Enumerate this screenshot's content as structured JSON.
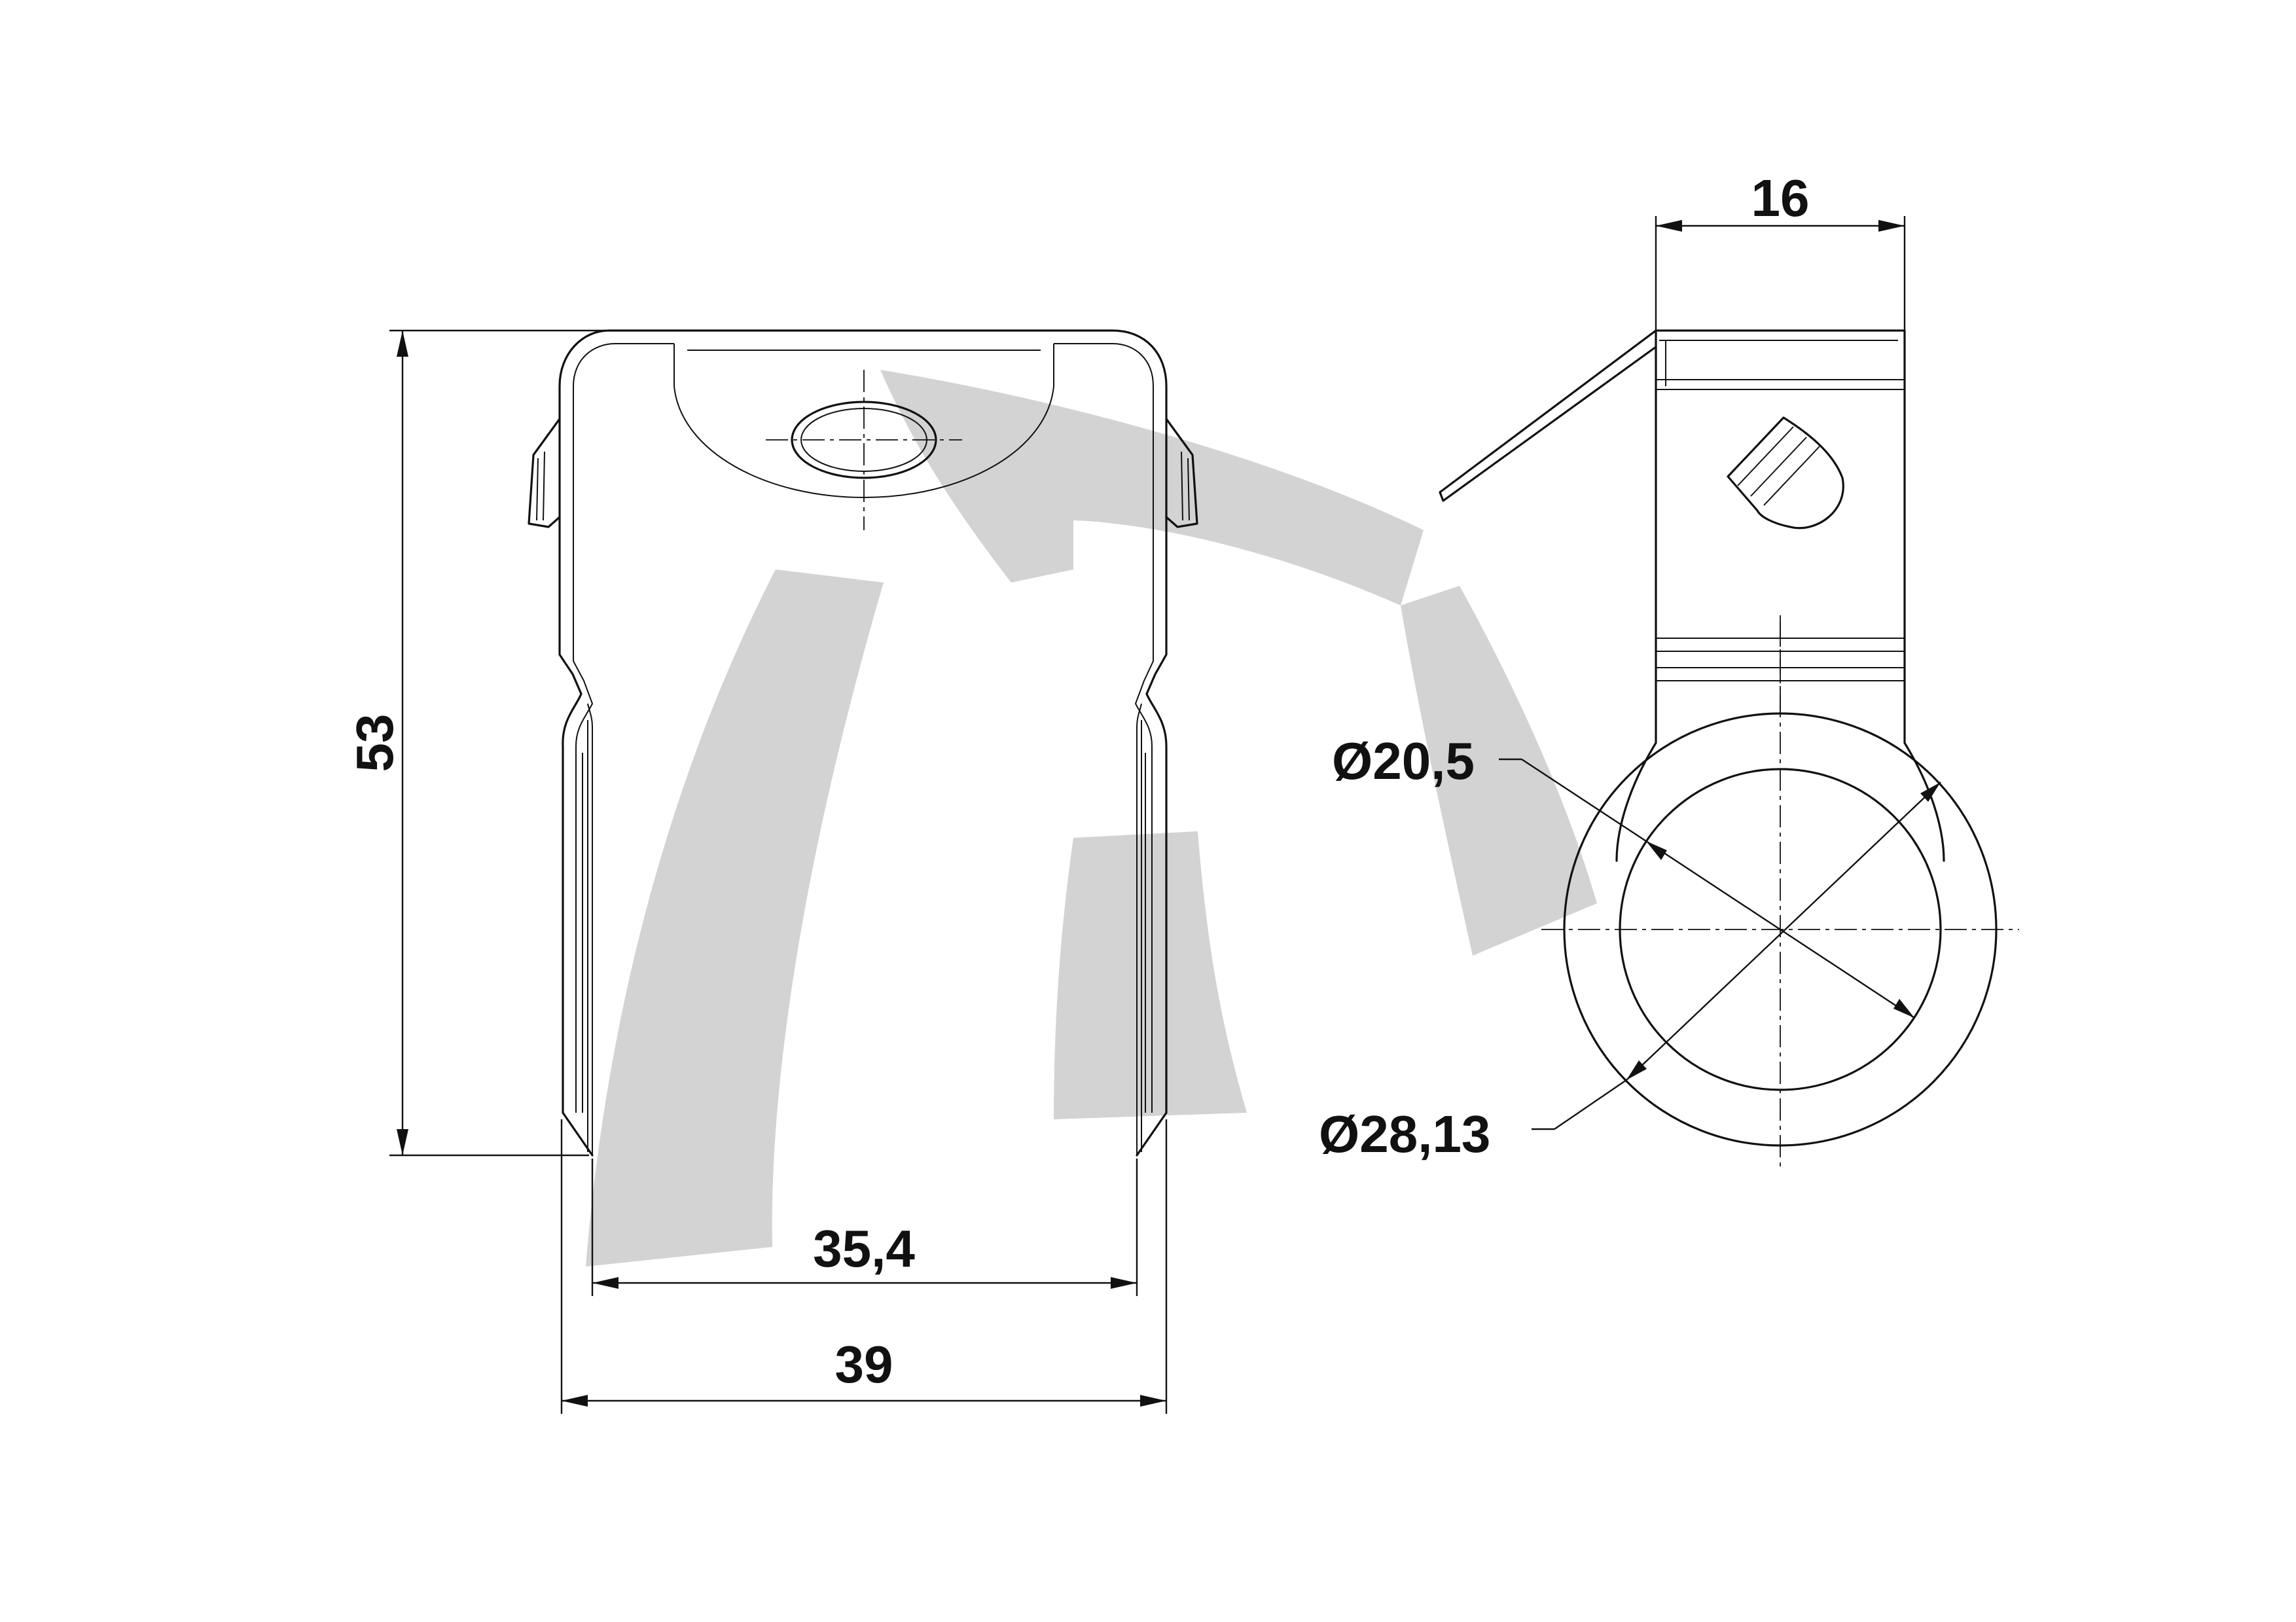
{
  "drawing": {
    "dimensions": {
      "height": "53",
      "inner_width": "35,4",
      "outer_width": "39",
      "depth": "16",
      "inner_diameter": "Ø20,5",
      "outer_diameter": "Ø28,13"
    },
    "colors": {
      "line": "#111111",
      "watermark": "#d3d3d3",
      "background": "#ffffff"
    }
  }
}
